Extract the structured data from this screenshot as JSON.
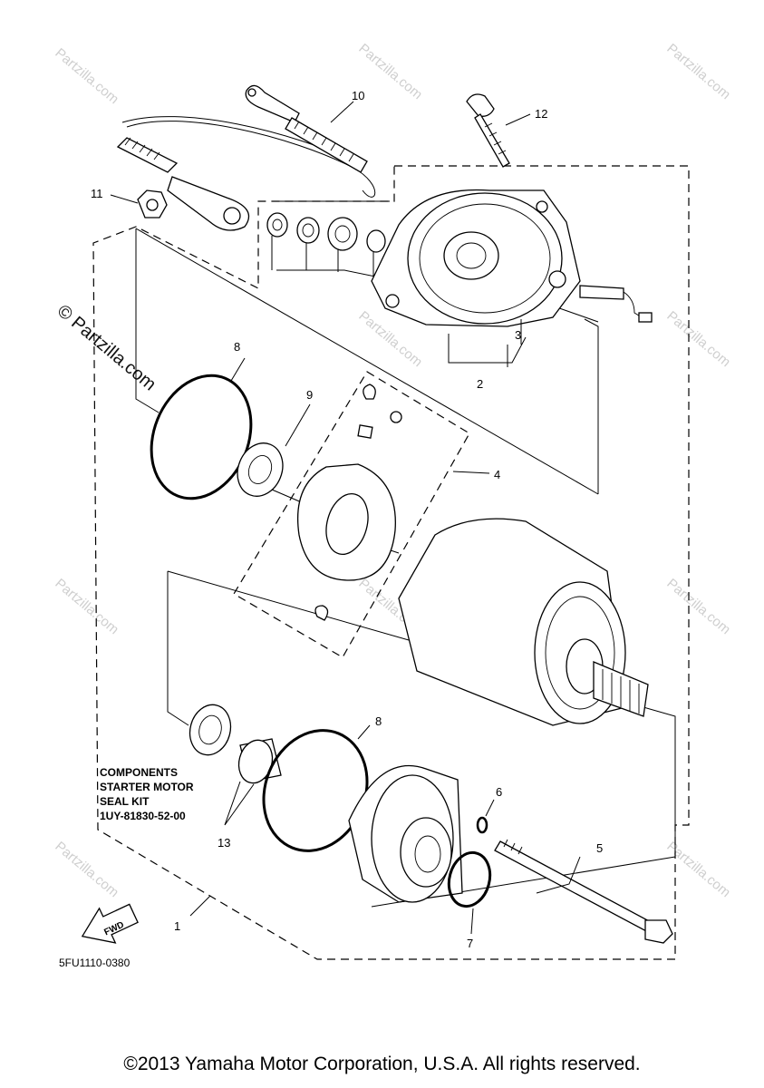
{
  "watermarks": {
    "text": "Partzilla.com",
    "prominent": "© Partzilla.com"
  },
  "callouts": {
    "p1": "1",
    "p2": "2",
    "p3": "3",
    "p4": "4",
    "p5": "5",
    "p6": "6",
    "p7": "7",
    "p8a": "8",
    "p8b": "8",
    "p9": "9",
    "p10": "10",
    "p11": "11",
    "p12": "12",
    "p13": "13"
  },
  "components_note": {
    "line1": "COMPONENTS",
    "line2": "STARTER MOTOR",
    "line3": "SEAL KIT",
    "line4": "1UY-81830-52-00"
  },
  "fwd_label": "FWD",
  "diagram_code": "5FU1110-0380",
  "copyright": "©2013 Yamaha Motor Corporation, U.S.A. All rights reserved."
}
